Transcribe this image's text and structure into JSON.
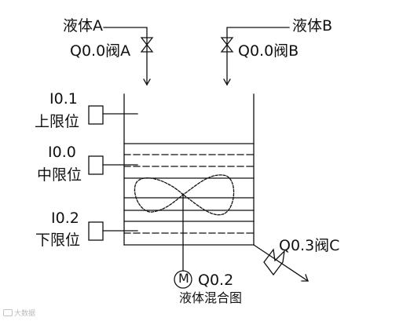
{
  "liquid_a": "液体A",
  "liquid_b": "液体B",
  "valve_a": "Q0.0阀A",
  "valve_b": "Q0.0阀B",
  "valve_c": "Q0.3阀C",
  "sensor_upper_addr": "I0.1",
  "sensor_upper_label": "上限位",
  "sensor_mid_addr": "I0.0",
  "sensor_mid_label": "中限位",
  "sensor_lower_addr": "I0.2",
  "sensor_lower_label": "下限位",
  "motor_symbol": "M",
  "motor_addr": "Q0.2",
  "caption": "液体混合图",
  "watermark": "大数据"
}
